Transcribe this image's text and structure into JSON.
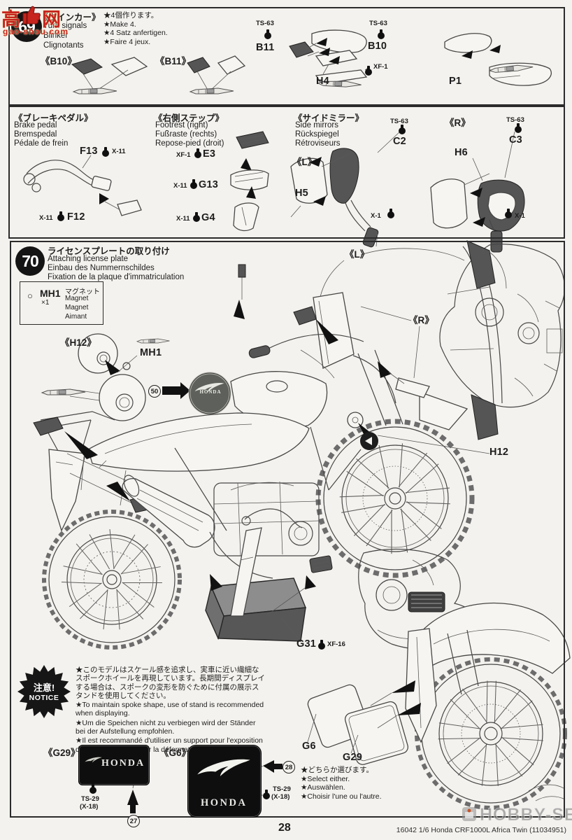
{
  "page": {
    "number": "28",
    "footer": "16042  1/6 Honda CRF1000L Africa Twin (11034951)"
  },
  "watermarks": {
    "site_cn_left": "高",
    "site_cn_right": "网",
    "site_url": "gao-shou.com",
    "shop": "HOBBY-SEARCH"
  },
  "colors": {
    "watermark_red": "#c6241d",
    "plate_black": "#0e0e0e",
    "paper": "#f4f2ee"
  },
  "step69": {
    "number": "69",
    "title_ja": "《ウインカー》",
    "title_en": "Turn signals",
    "title_de": "Blinker",
    "title_fr": "Clignotants",
    "notes": [
      "★4個作ります。",
      "★Make 4.",
      "★4 Satz anfertigen.",
      "★Faire 4 jeux."
    ],
    "b10_header": "《B10》",
    "b11_header": "《B11》",
    "ts63_left": "TS-63",
    "b11": "B11",
    "ts63_right": "TS-63",
    "b10": "B10",
    "xf1": "XF-1",
    "h4": "H4",
    "p1": "P1"
  },
  "brake": {
    "title_ja": "《ブレーキペダル》",
    "title_en": "Brake pedal",
    "title_de": "Bremspedal",
    "title_fr": "Pédale de frein",
    "f13": "F13",
    "x11_a": "X-11",
    "x11_b": "X-11",
    "f12": "F12"
  },
  "footrest": {
    "title_ja": "《右側ステップ》",
    "title_en": "Footrest (right)",
    "title_de": "Fußraste (rechts)",
    "title_fr": "Repose-pied (droit)",
    "xf1": "XF-1",
    "e3": "E3",
    "x11_a": "X-11",
    "g13": "G13",
    "x11_b": "X-11",
    "g4": "G4"
  },
  "mirrors": {
    "title_ja": "《サイドミラー》",
    "title_en": "Side mirrors",
    "title_de": "Rückspiegel",
    "title_fr": "Rétroviseurs",
    "left": "《L》",
    "h5": "H5",
    "ts63_a": "TS-63",
    "c2": "C2",
    "x1_a": "X-1",
    "right": "《R》",
    "h6": "H6",
    "ts63_b": "TS-63",
    "c3": "C3",
    "x1_b": "X-1"
  },
  "step70": {
    "number": "70",
    "title_ja": "ライセンスプレートの取り付け",
    "title_en": "Attaching license plate",
    "title_de": "Einbau des Nummernschildes",
    "title_fr": "Fixation de la plaque d'immatriculation",
    "mh1_box": {
      "bullet": "○",
      "code": "MH1",
      "qty": "×1",
      "name_ja": "マグネット",
      "name_en": "Magnet",
      "name_de": "Magnet",
      "name_fr": "Aimant"
    },
    "h12_header": "《H12》",
    "mh1": "MH1",
    "decal50": "50",
    "left": "《L》",
    "right": "《R》",
    "h12": "H12",
    "g31": "G31",
    "xf16": "XF-16",
    "g6": "G6",
    "g29": "G29",
    "emblem": "HONDA",
    "select_notes": [
      "★どちらか選びます。",
      "★Select either.",
      "★Auswählen.",
      "★Choisir l'une ou l'autre."
    ]
  },
  "notice": {
    "badge_line1": "注意!",
    "badge_line2": "NOTICE",
    "ja": "★このモデルはスケール感を追求し、実車に近い繊細なスポークホイールを再現しています。長期間ディスプレイする場合は、スポークの変形を防ぐために付属の展示スタンドを使用してください。",
    "en": "★To maintain spoke shape, use of stand is recommended when displaying.",
    "de": "★Um die Speichen nicht zu verbiegen wird der Ständer bei der Aufstellung empfohlen.",
    "fr": "★Il est recommandé d'utiliser un support pour l'exposition du modèle, afin d'éviter la déformation des rayons."
  },
  "decals": {
    "g29_header": "《G29》",
    "g29_brand": "HONDA",
    "ts29_a": "TS-29",
    "x18_a": "(X-18)",
    "num27": "27",
    "g6_header": "《G6》",
    "g6_brand": "HONDA",
    "num28": "28",
    "ts29_b": "TS-29",
    "x18_b": "(X-18)"
  }
}
